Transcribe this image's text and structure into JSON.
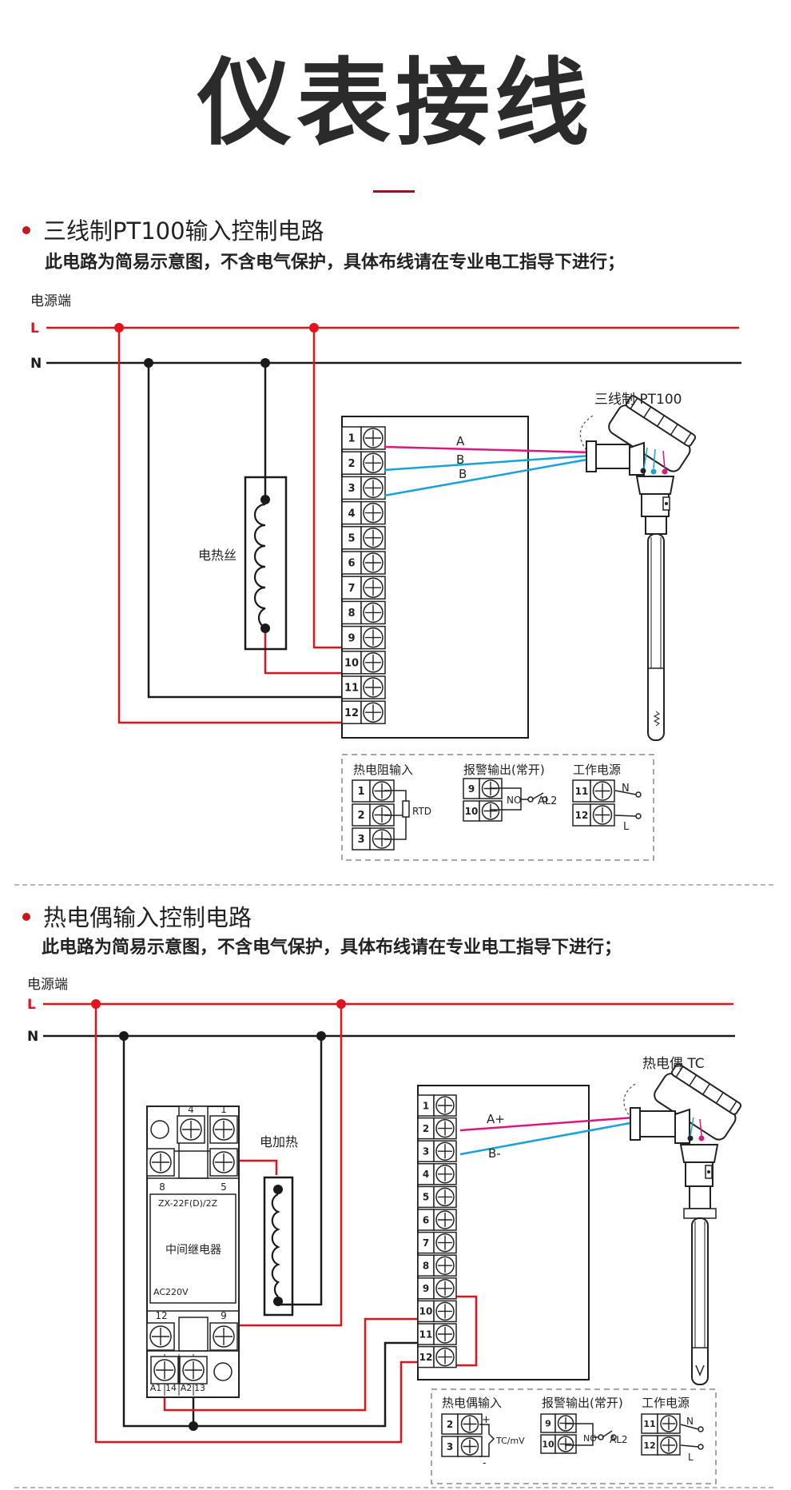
{
  "page": {
    "title": "仪表接线"
  },
  "section1": {
    "heading": "三线制PT100输入控制电路",
    "note": "此电路为简易示意图，不含电气保护，具体布线请在专业电工指导下进行；",
    "power_label": "电源端",
    "L_label": "L",
    "N_label": "N",
    "heater_label": "电热丝",
    "sensor_label": "三线制 PT100",
    "wire_labels": [
      "A",
      "B",
      "B"
    ],
    "terminals": [
      "1",
      "2",
      "3",
      "4",
      "5",
      "6",
      "7",
      "8",
      "9",
      "10",
      "11",
      "12"
    ],
    "legend": {
      "rtd_title": "热电阻输入",
      "rtd_terminals": [
        "1",
        "2",
        "3"
      ],
      "rtd_label": "RTD",
      "alarm_title": "报警输出(常开)",
      "alarm_terminals": [
        "9",
        "10"
      ],
      "alarm_no": "NO",
      "alarm_al": "AL2",
      "power_title": "工作电源",
      "power_terminals": [
        "11",
        "12"
      ],
      "power_n": "N",
      "power_l": "L"
    }
  },
  "section2": {
    "heading": "热电偶输入控制电路",
    "note": "此电路为简易示意图，不含电气保护，具体布线请在专业电工指导下进行；",
    "power_label": "电源端",
    "L_label": "L",
    "N_label": "N",
    "heater_label": "电加热",
    "sensor_label": "热电偶 TC",
    "wire_labels": [
      "A+",
      "B-"
    ],
    "relay": {
      "model": "ZX-22F(D)/2Z",
      "name": "中间继电器",
      "voltage": "AC220V",
      "pins_top": [
        "4",
        "1"
      ],
      "pins_mid": [
        "8",
        "5"
      ],
      "pins_low": [
        "12",
        "9"
      ],
      "pins_bottom": [
        "A1",
        "14",
        "A2",
        "13"
      ]
    },
    "terminals": [
      "1",
      "2",
      "3",
      "4",
      "5",
      "6",
      "7",
      "8",
      "9",
      "10",
      "11",
      "12"
    ],
    "legend": {
      "tc_title": "热电偶输入",
      "tc_terminals": [
        "2",
        "3"
      ],
      "tc_plus": "+",
      "tc_minus": "-",
      "tc_label": "TC/mV",
      "alarm_title": "报警输出(常开)",
      "alarm_terminals": [
        "9",
        "10"
      ],
      "alarm_no": "NO",
      "alarm_al": "AL2",
      "power_title": "工作电源",
      "power_terminals": [
        "11",
        "12"
      ],
      "power_n": "N",
      "power_l": "L"
    }
  },
  "colors": {
    "line_red": "#e0141e",
    "line_black": "#1a1a1a",
    "wire_pink": "#d9197e",
    "wire_blue": "#1aa0db",
    "accent": "#8b1b1b"
  }
}
